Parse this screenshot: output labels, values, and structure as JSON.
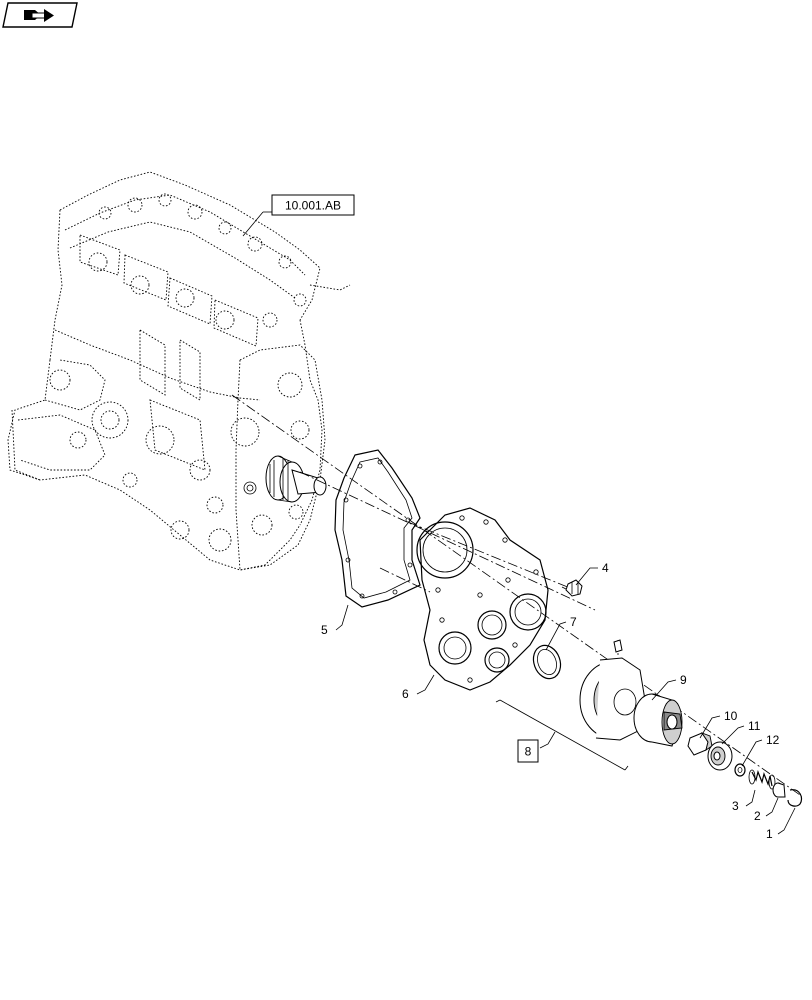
{
  "nav": {
    "icon": "next-page-arrow-icon"
  },
  "reference": {
    "label": "10.001.AB"
  },
  "callouts": [
    {
      "id": "1",
      "label": "1"
    },
    {
      "id": "2",
      "label": "2"
    },
    {
      "id": "3",
      "label": "3"
    },
    {
      "id": "4",
      "label": "4"
    },
    {
      "id": "5",
      "label": "5"
    },
    {
      "id": "6",
      "label": "6"
    },
    {
      "id": "7",
      "label": "7"
    },
    {
      "id": "8",
      "label": "8"
    },
    {
      "id": "9",
      "label": "9"
    },
    {
      "id": "10",
      "label": "10"
    },
    {
      "id": "11",
      "label": "11"
    },
    {
      "id": "12",
      "label": "12"
    }
  ]
}
